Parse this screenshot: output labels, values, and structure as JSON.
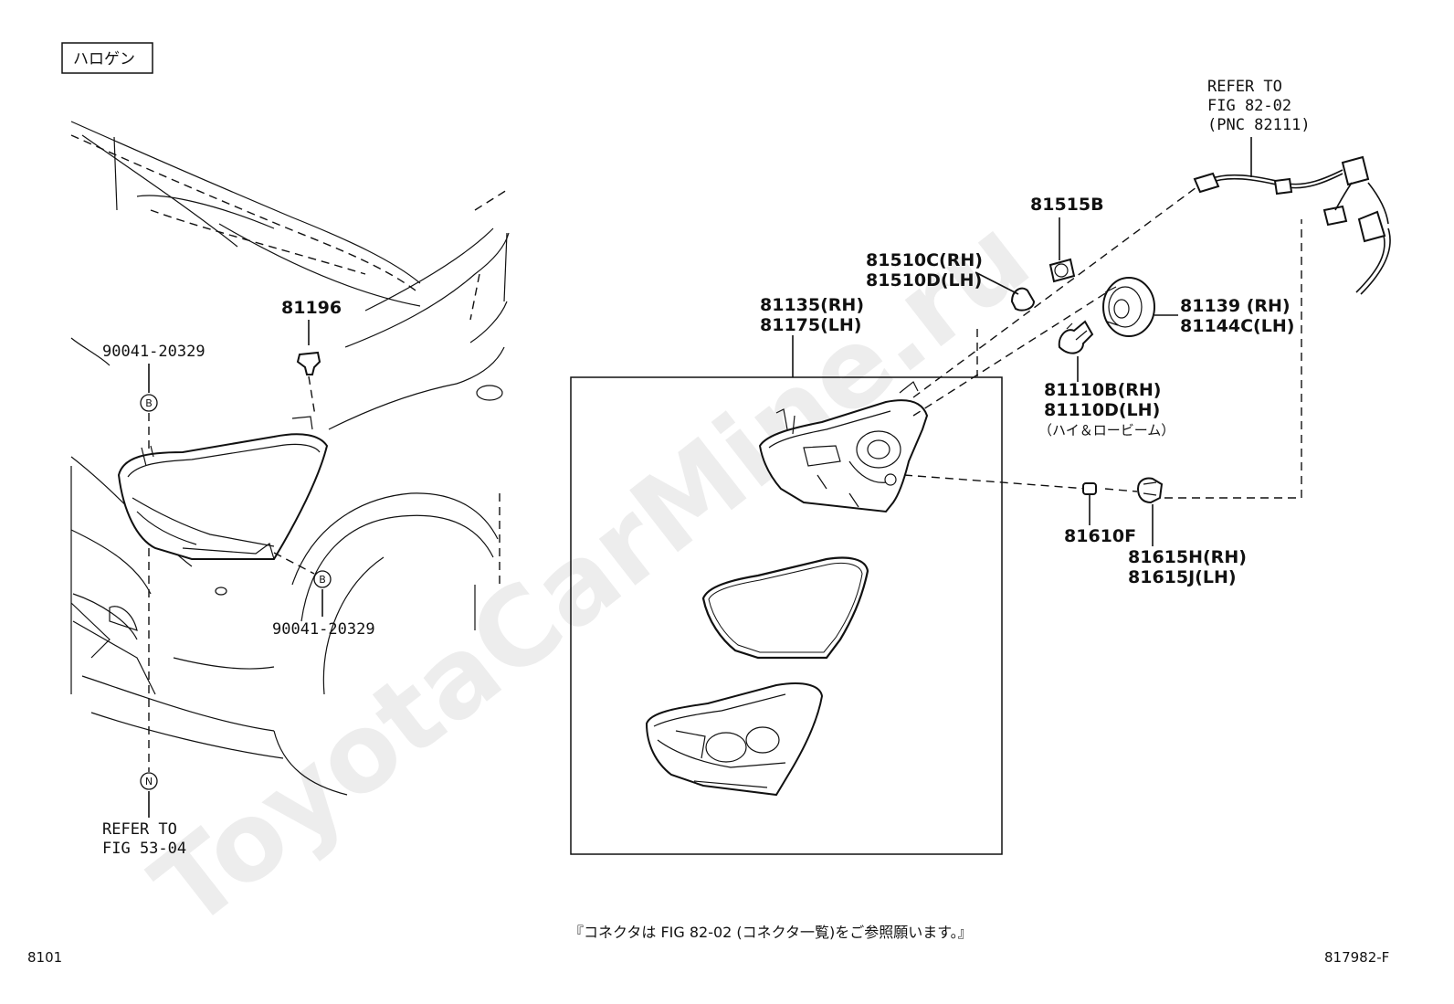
{
  "type_label": "ハロゲン",
  "refer_top": [
    "REFER TO",
    "FIG 82-02",
    "(PNC 82111)"
  ],
  "refer_bottom": [
    "REFER TO",
    "FIG 53-04"
  ],
  "parts": {
    "p81196": "81196",
    "p90041_a": "90041-20329",
    "p90041_b": "90041-20329",
    "p81135": "81135(RH)",
    "p81175": "81175(LH)",
    "p81515B": "81515B",
    "p81510C": "81510C(RH)",
    "p81510D": "81510D(LH)",
    "p81139": "81139 (RH)",
    "p81144C": "81144C(LH)",
    "p81110B": "81110B(RH)",
    "p81110D": "81110D(LH)",
    "p81110_note": "（ハイ＆ロービーム）",
    "p81610F": "81610F",
    "p81615H": "81615H(RH)",
    "p81615J": "81615J(LH)"
  },
  "ref_marks": {
    "b1": "B",
    "b2": "B",
    "n": "N"
  },
  "footnote": "『コネクタは FIG 82-02 (コネクタ一覧)をご参照願います。』",
  "page_left": "8101",
  "page_right": "817982-F",
  "watermark": "ToyotaCarMine.ru"
}
